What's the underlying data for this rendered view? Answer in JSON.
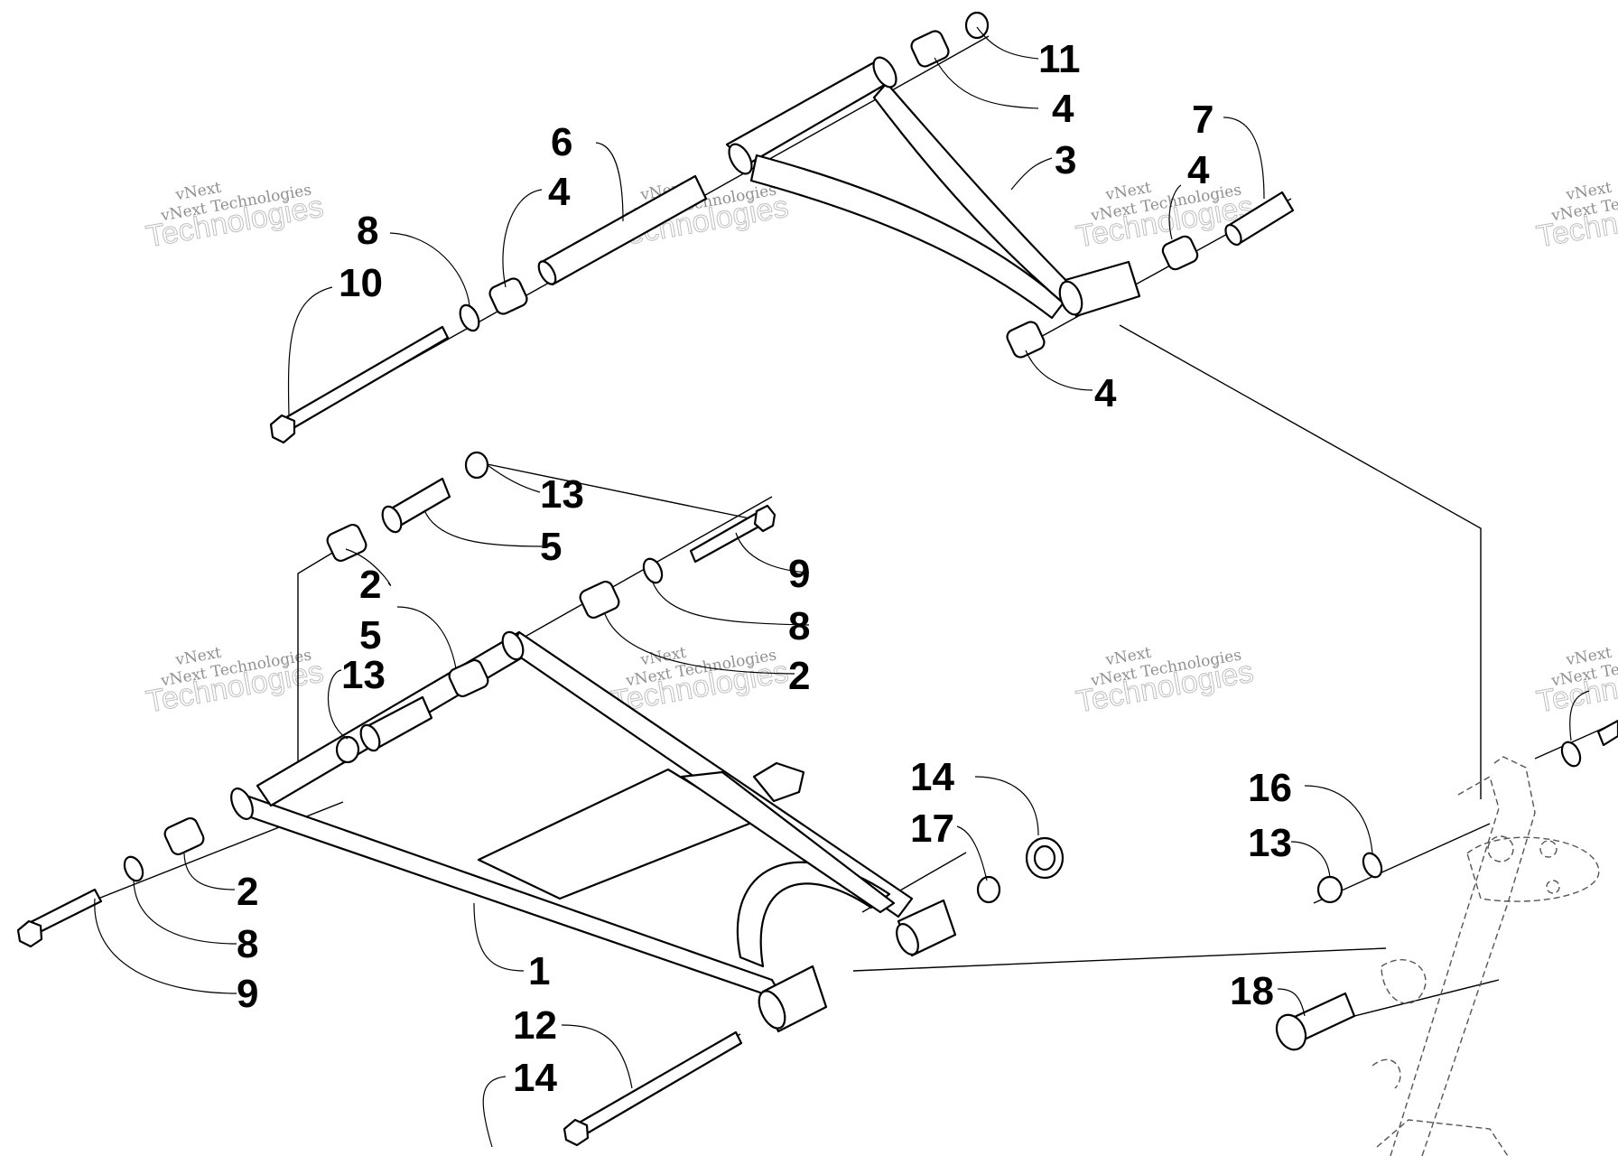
{
  "callouts": [
    {
      "label": "11"
    },
    {
      "label": "4"
    },
    {
      "label": "3"
    },
    {
      "label": "7"
    },
    {
      "label": "4"
    },
    {
      "label": "6"
    },
    {
      "label": "4"
    },
    {
      "label": "8"
    },
    {
      "label": "10"
    },
    {
      "label": "4"
    },
    {
      "label": "13"
    },
    {
      "label": "5"
    },
    {
      "label": "9"
    },
    {
      "label": "2"
    },
    {
      "label": "5"
    },
    {
      "label": "8"
    },
    {
      "label": "13"
    },
    {
      "label": "2"
    },
    {
      "label": "14"
    },
    {
      "label": "17"
    },
    {
      "label": "16"
    },
    {
      "label": "13"
    },
    {
      "label": "2"
    },
    {
      "label": "8"
    },
    {
      "label": "1"
    },
    {
      "label": "9"
    },
    {
      "label": "12"
    },
    {
      "label": "18"
    },
    {
      "label": "14"
    }
  ],
  "watermark": {
    "line1": "vNext",
    "line2": "vNext Technologies",
    "line3": "Technologies"
  }
}
